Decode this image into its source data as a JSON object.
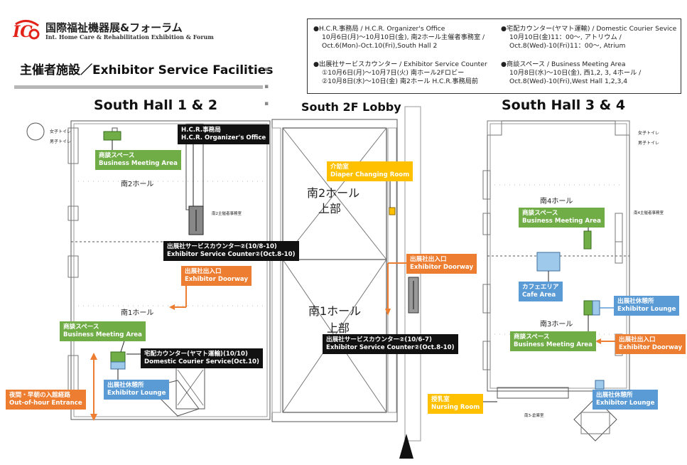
{
  "header": {
    "logo_jp": "国際福祉機器展&フォーラム",
    "logo_en": "Int. Home Care & Rehabilitation Exhibition & Forum",
    "page_title": "主催者施設／Exhibitor Service Facilities"
  },
  "legend": {
    "hcr_title": "●H.C.R.事務局 / H.C.R. Organizer's Office",
    "hcr_line1": "10月6日(月)～10月10日(金), 南2ホール主催者事務室 /",
    "hcr_line2": "Oct.6(Mon)-Oct.10(Fri),South Hall 2",
    "service_title": "●出展社サービスカウンター / Exhibitor Service Counter",
    "service_line1": "①10月6日(月)～10月7日(火) 南ホール2Fロビー",
    "service_line2": "②10月8日(水)～10日(金) 南2ホール H.C.R.事務局前",
    "courier_title": "●宅配カウンター(ヤマト運輸) / Domestic Courier Sevice",
    "courier_line1": "10月10日(金)11：00～, アトリウム /",
    "courier_line2": "Oct.8(Wed)-10(Fri)11：00～, Atrium",
    "meeting_title": "●商談スペース / Business Meeting Area",
    "meeting_line1": "10月8日(水)～10日(金), 西1,2, 3, 4ホール /",
    "meeting_line2": "Oct.8(Wed)-10(Fri),West Hall 1,2,3,4"
  },
  "halls": {
    "south12": "South Hall 1 & 2",
    "south2f": "South 2F Lobby",
    "south34": "South Hall 3 & 4"
  },
  "map_text": {
    "minami2hall": "南2ホール",
    "minami1hall": "南1ホール",
    "minami4hall": "南4ホール",
    "minami3hall": "南3ホール",
    "lobby_top_1": "南2ホール",
    "lobby_top_2": "上部",
    "lobby_bottom_1": "南1ホール",
    "lobby_bottom_2": "上部",
    "womens_wc": "女子トイレ",
    "mens_wc": "男子トイレ",
    "organizer_room": "南2主催者事務室",
    "organizer_room4": "南4主催者事務室",
    "storage": "南3-倉庫室"
  },
  "labels": {
    "meeting12_jp": "商談スペース",
    "meeting12_en": "Business Meeting Area",
    "hcr_jp": "H.C.R.事務局",
    "hcr_en": "H.C.R. Organizer's Office",
    "counter2_jp": "出展社サービスカウンター②(10/8-10)",
    "counter2_en": "Exhibitor Service Counter②(Oct.8-10)",
    "door12_jp": "出展社出入口",
    "door12_en": "Exhibitor Doorway",
    "meeting1_jp": "商談スペース",
    "meeting1_en": "Business Meeting Area",
    "courier_jp": "宅配カウンター(ヤマト運輸)(10/10)",
    "courier_en": "Domestic Courier Service(Oct.10)",
    "lounge12_jp": "出展社休憩所",
    "lounge12_en": "Exhibitor Lounge",
    "entrance_jp": "夜間・早朝の入館経路",
    "entrance_en": "Out-of-hour Entrance",
    "diaper_jp": "介助室",
    "diaper_en": "Diaper Changing Room",
    "door2f_jp": "出展社出入口",
    "door2f_en": "Exhibitor Doorway",
    "counter1_jp": "出展社サービスカウンター②(10/6-7)",
    "counter1_en": "Exhibitor Service Counter②(Oct.8-10)",
    "nursing_jp": "授乳室",
    "nursing_en": "Nursing Room",
    "meeting4_jp": "商談スペース",
    "meeting4_en": "Business Meeting Area",
    "cafe_jp": "カフェエリア",
    "cafe_en": "Cafe Area",
    "lounge34_jp": "出展社休憩所",
    "lounge34_en": "Exhibitor Lounge",
    "meeting3_jp": "商談スペース",
    "meeting3_en": "Business Meeting Area",
    "door34_jp": "出展社出入口",
    "door34_en": "Exhibitor Doorway",
    "lounge34b_jp": "出展社休憩所",
    "lounge34b_en": "Exhibitor Lounge"
  },
  "colors": {
    "green": "#70ad47",
    "orange": "#ed7d31",
    "blue": "#5b9bd5",
    "black": "#111111",
    "yellow": "#ffc000",
    "logo_red": "#e2231a"
  }
}
